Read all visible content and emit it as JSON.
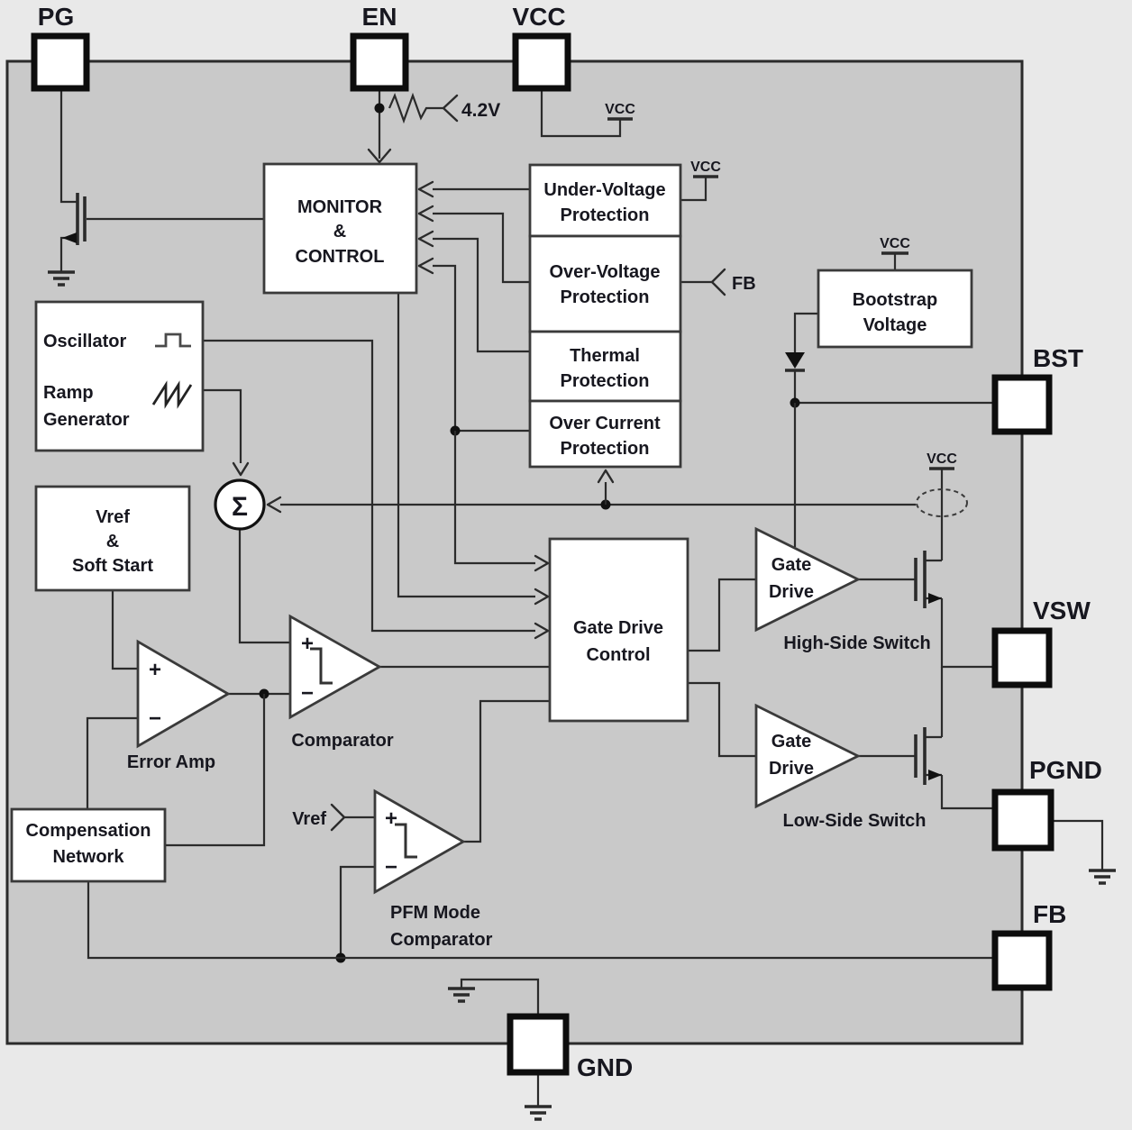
{
  "colors": {
    "outside_bg": "#e9e9e9",
    "ic_bg": "#c9c9c9",
    "line": "#2b2b2b",
    "block_fill": "#ffffff",
    "pin_border": "#0d0d0d",
    "text": "#17171f"
  },
  "pins": {
    "pg": "PG",
    "en": "EN",
    "vcc": "VCC",
    "bst": "BST",
    "vsw": "VSW",
    "pgnd": "PGND",
    "fb": "FB",
    "gnd": "GND"
  },
  "rails": {
    "vcc_top": "VCC",
    "vcc_uvp": "VCC",
    "vcc_bootstrap": "VCC",
    "vcc_hs": "VCC"
  },
  "blocks": {
    "monitor": {
      "lines": [
        "MONITOR",
        "&",
        "CONTROL"
      ]
    },
    "uvp": {
      "lines": [
        "Under-Voltage",
        "Protection"
      ]
    },
    "ovp": {
      "lines": [
        "Over-Voltage",
        "Protection"
      ]
    },
    "thermal": {
      "lines": [
        "Thermal",
        "Protection"
      ]
    },
    "ocp": {
      "lines": [
        "Over Current",
        "Protection"
      ]
    },
    "bootstrap": {
      "lines": [
        "Bootstrap",
        "Voltage"
      ]
    },
    "oscillator": {
      "osc": "Oscillator",
      "ramp1": "Ramp",
      "ramp2": "Generator"
    },
    "vref_soft_start": {
      "lines": [
        "Vref",
        "&",
        "Soft Start"
      ]
    },
    "comp_network": {
      "lines": [
        "Compensation",
        "Network"
      ]
    },
    "gate_drive_control": {
      "lines": [
        "Gate Drive",
        "Control"
      ]
    }
  },
  "amps": {
    "error_amp": "Error Amp",
    "comparator": "Comparator",
    "pfm": {
      "lines": [
        "PFM Mode",
        "Comparator"
      ]
    },
    "gate_drive_high": {
      "lines": [
        "Gate",
        "Drive"
      ]
    },
    "gate_drive_low": {
      "lines": [
        "Gate",
        "Drive"
      ]
    },
    "high_side": "High-Side Switch",
    "low_side": "Low-Side Switch"
  },
  "annotations": {
    "en_clamp": "4.2V",
    "fb_tap": "FB",
    "vref_tap": "Vref",
    "sigma": "Σ",
    "plus": "+",
    "minus": "−"
  }
}
